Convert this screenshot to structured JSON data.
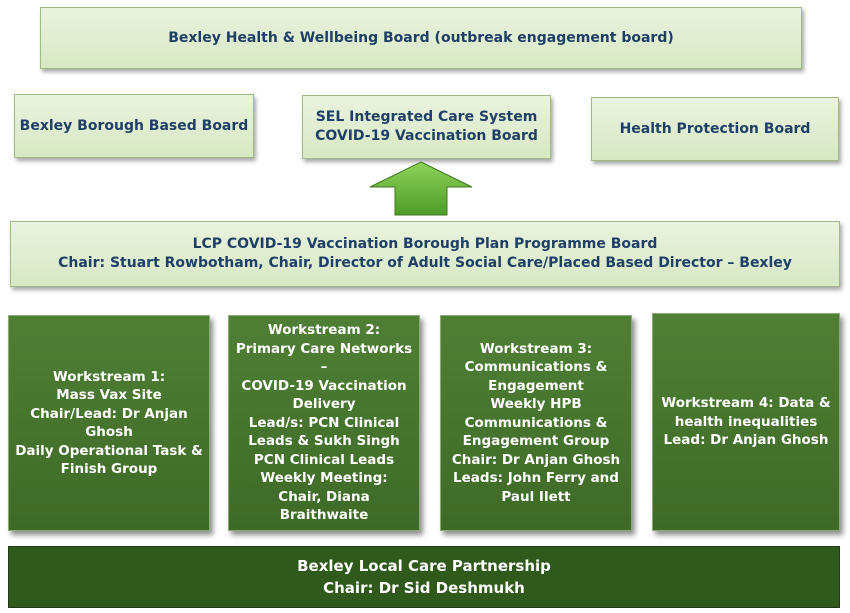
{
  "boards": {
    "top": {
      "line1": "Bexley Health & Wellbeing Board (outbreak engagement board)"
    },
    "borough": {
      "line1": "Bexley Borough Based Board"
    },
    "sel": {
      "line1": "SEL Integrated Care System",
      "line2": "COVID-19 Vaccination  Board"
    },
    "health_protection": {
      "line1": "Health Protection Board"
    },
    "programme": {
      "line1": "LCP COVID-19 Vaccination Borough Plan Programme Board",
      "line2": "Chair: Stuart Rowbotham, Chair,  Director of Adult Social Care/Placed Based Director – Bexley"
    }
  },
  "workstreams": [
    {
      "lines": [
        "Workstream 1:",
        "Mass Vax Site",
        "Chair/Lead: Dr Anjan",
        "Ghosh",
        "Daily Operational Task &",
        "Finish Group"
      ]
    },
    {
      "lines": [
        "Workstream 2:",
        "Primary Care Networks –",
        "COVID-19 Vaccination",
        "Delivery",
        "Lead/s: PCN Clinical",
        "Leads & Sukh Singh",
        "PCN Clinical Leads",
        "Weekly Meeting:",
        "Chair, Diana Braithwaite"
      ]
    },
    {
      "lines": [
        "Workstream 3:",
        "Communications &",
        "Engagement",
        "Weekly HPB",
        "Communications &",
        "Engagement Group",
        "Chair: Dr Anjan Ghosh",
        "Leads: John Ferry and",
        "Paul Ilett"
      ]
    },
    {
      "lines": [
        "Workstream 4: Data &",
        "health inequalities",
        "Lead: Dr Anjan Ghosh"
      ]
    }
  ],
  "footer": {
    "line1": "Bexley Local Care Partnership",
    "line2": "Chair: Dr Sid Deshmukh"
  },
  "colors": {
    "light_box": "#dce9cc",
    "light_text": "#1f3f66",
    "dark_box": "#467530",
    "footer_box": "#2f5a1b",
    "arrow": "#6fc13f"
  },
  "icons": {
    "arrow": "up-arrow-icon"
  }
}
